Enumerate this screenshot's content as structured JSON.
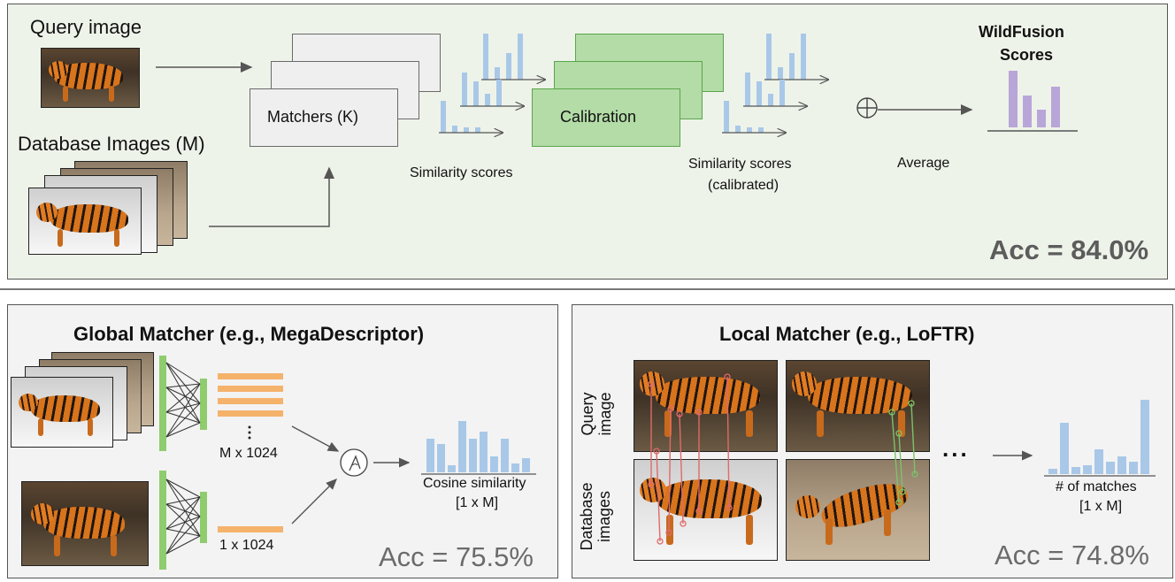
{
  "top": {
    "query_label": "Query image",
    "database_label": "Database Images (M)",
    "matchers_label": "Matchers (K)",
    "similarity_label": "Similarity scores",
    "calibration_label": "Calibration",
    "calibrated_label_line1": "Similarity scores",
    "calibrated_label_line2": "(calibrated)",
    "average_label": "Average",
    "scores_title_line1": "WildFusion",
    "scores_title_line2": "Scores",
    "accuracy": "Acc = 84.0%"
  },
  "global": {
    "title": "Global Matcher (e.g., MegaDescriptor)",
    "db_dim": "M x 1024",
    "query_dim": "1 x 1024",
    "cosine_label": "Cosine similarity",
    "cosine_shape": "[1 x M]",
    "accuracy": "Acc = 75.5%"
  },
  "local": {
    "title": "Local Matcher (e.g., LoFTR)",
    "query_row_label_line1": "Query",
    "query_row_label_line2": "image",
    "db_row_label_line1": "Database",
    "db_row_label_line2": "images",
    "ellipsis": "...",
    "matches_label": "# of matches",
    "matches_shape": "[1 x M]",
    "accuracy": "Acc = 74.8%"
  },
  "colors": {
    "score_bar": "#a9c8e8",
    "fusion_bar": "#b9a6d8",
    "embedding": "#f5b26b",
    "network": "#8fcc6e",
    "match_red": "#e06a6a",
    "match_green": "#7cc26a"
  },
  "icons": {
    "plus": "circled-plus-icon",
    "cosine": "angle-icon"
  }
}
